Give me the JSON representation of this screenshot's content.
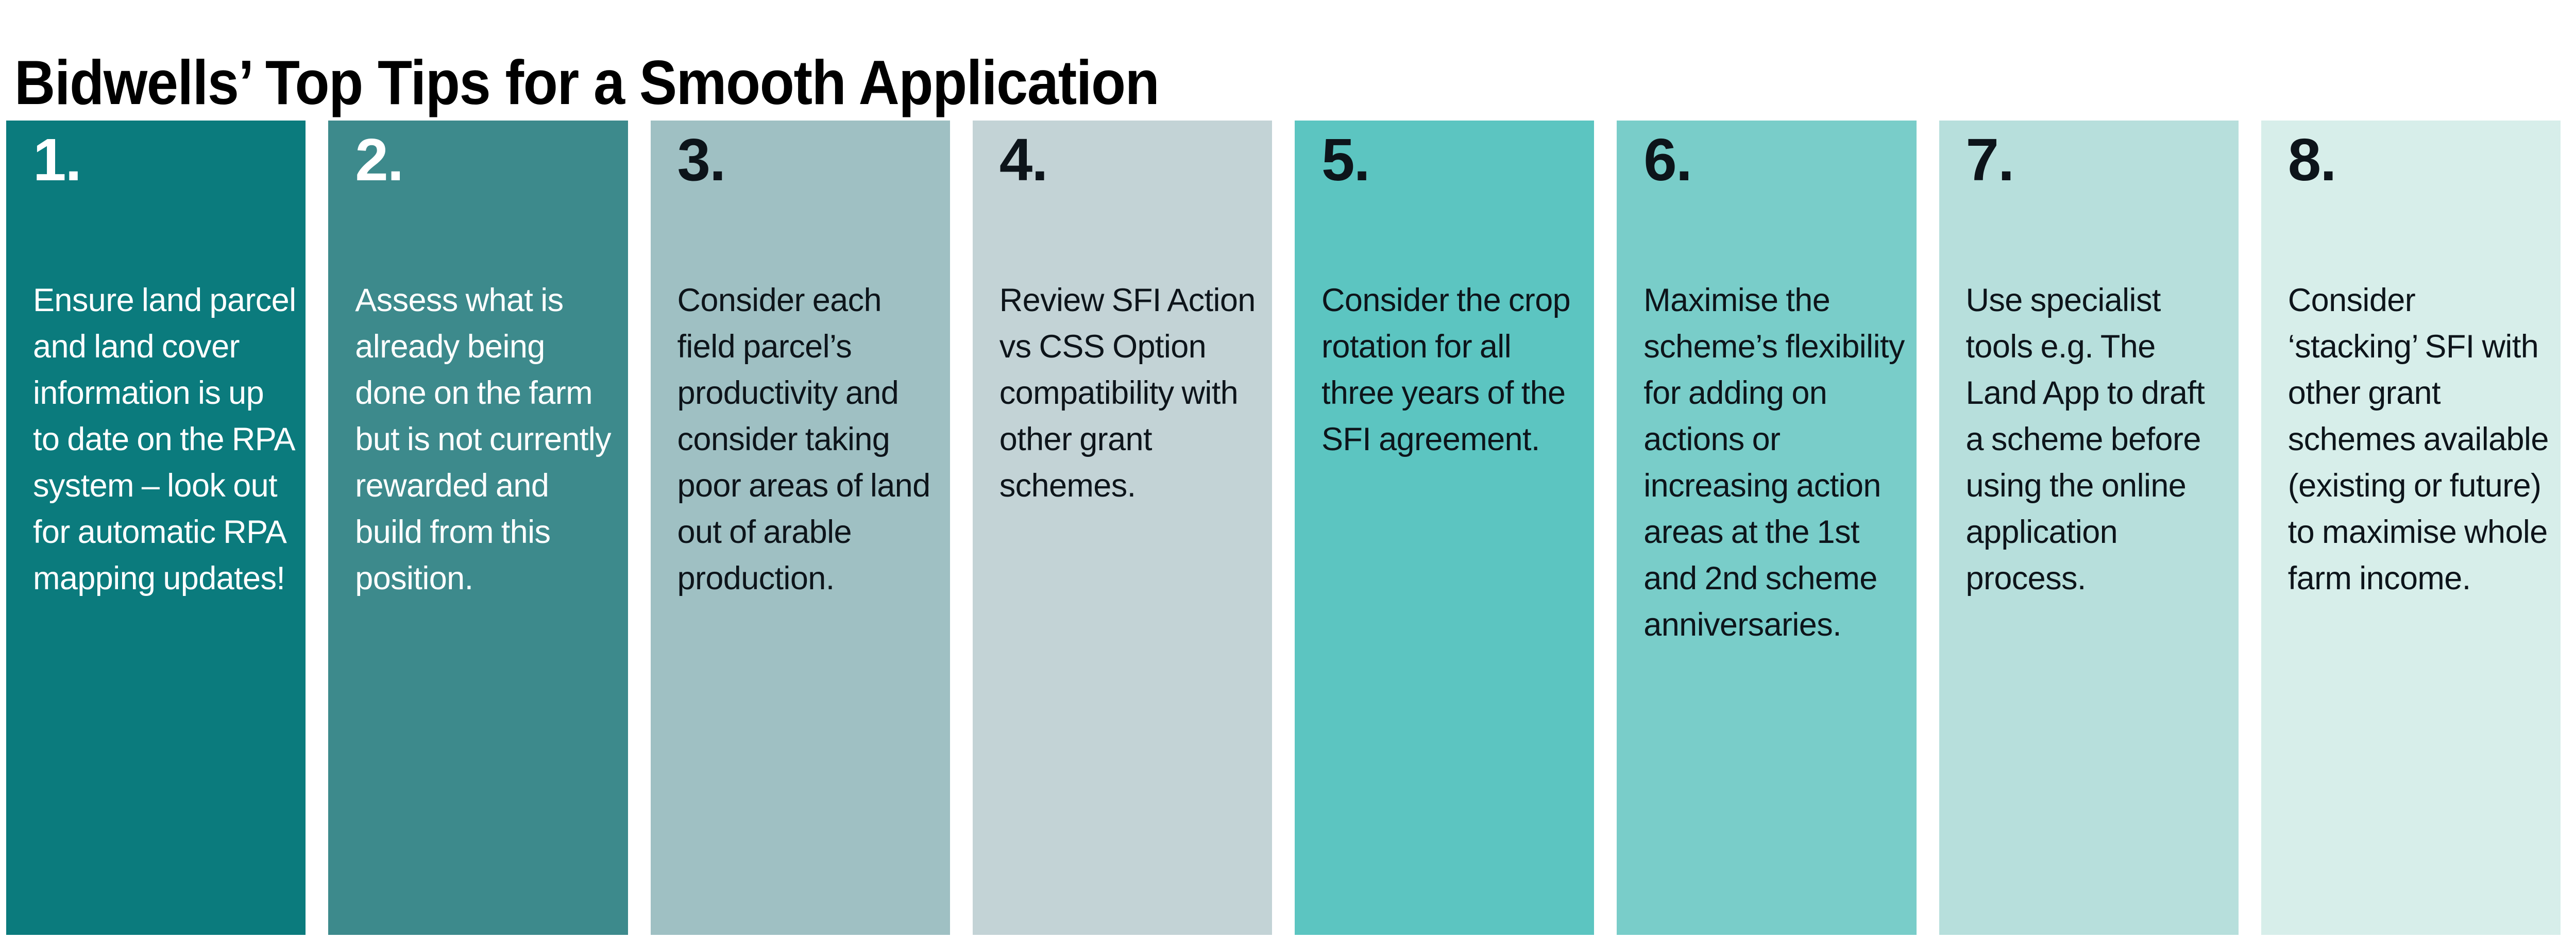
{
  "header": {
    "title": "Bidwells’ Top Tips for a Smooth Application"
  },
  "palette": {
    "page_background": "#ffffff",
    "title_color": "#000000",
    "light_text": "#ffffff",
    "dark_text": "#0d141a"
  },
  "tips": [
    {
      "number": "1.",
      "text": "Ensure land parcel and land cover information is up to date on the RPA system – look out for automatic RPA mapping updates!",
      "background": "#0b7b7d",
      "text_color": "#ffffff"
    },
    {
      "number": "2.",
      "text": "Assess what is already being done on the farm but is not currently rewarded and build from this position.",
      "background": "#3d8a8c",
      "text_color": "#ffffff"
    },
    {
      "number": "3.",
      "text": "Consider each field parcel’s productivity and consider taking poor areas of land out of arable production.",
      "background": "#9fc0c3",
      "text_color": "#0d141a"
    },
    {
      "number": "4.",
      "text": "Review SFI Action vs CSS Option compatibility with other grant schemes.",
      "background": "#c3d3d6",
      "text_color": "#0d141a"
    },
    {
      "number": "5.",
      "text": "Consider the crop rotation for all three years of the SFI agreement.",
      "background": "#5cc5c1",
      "text_color": "#0d141a"
    },
    {
      "number": "6.",
      "text": "Maximise the scheme’s flexibility for adding on actions or increasing action areas at the 1st and 2nd scheme anniversaries.",
      "background": "#79cdc9",
      "text_color": "#0d141a"
    },
    {
      "number": "7.",
      "text": "Use specialist tools e.g. The Land App to draft a scheme before using the online application process.",
      "background": "#b7dfdc",
      "text_color": "#0d141a"
    },
    {
      "number": "8.",
      "text": "Consider ‘stacking’ SFI with other grant schemes available (existing or future) to maximise whole farm income.",
      "background": "#d7eeea",
      "text_color": "#0d141a"
    }
  ]
}
